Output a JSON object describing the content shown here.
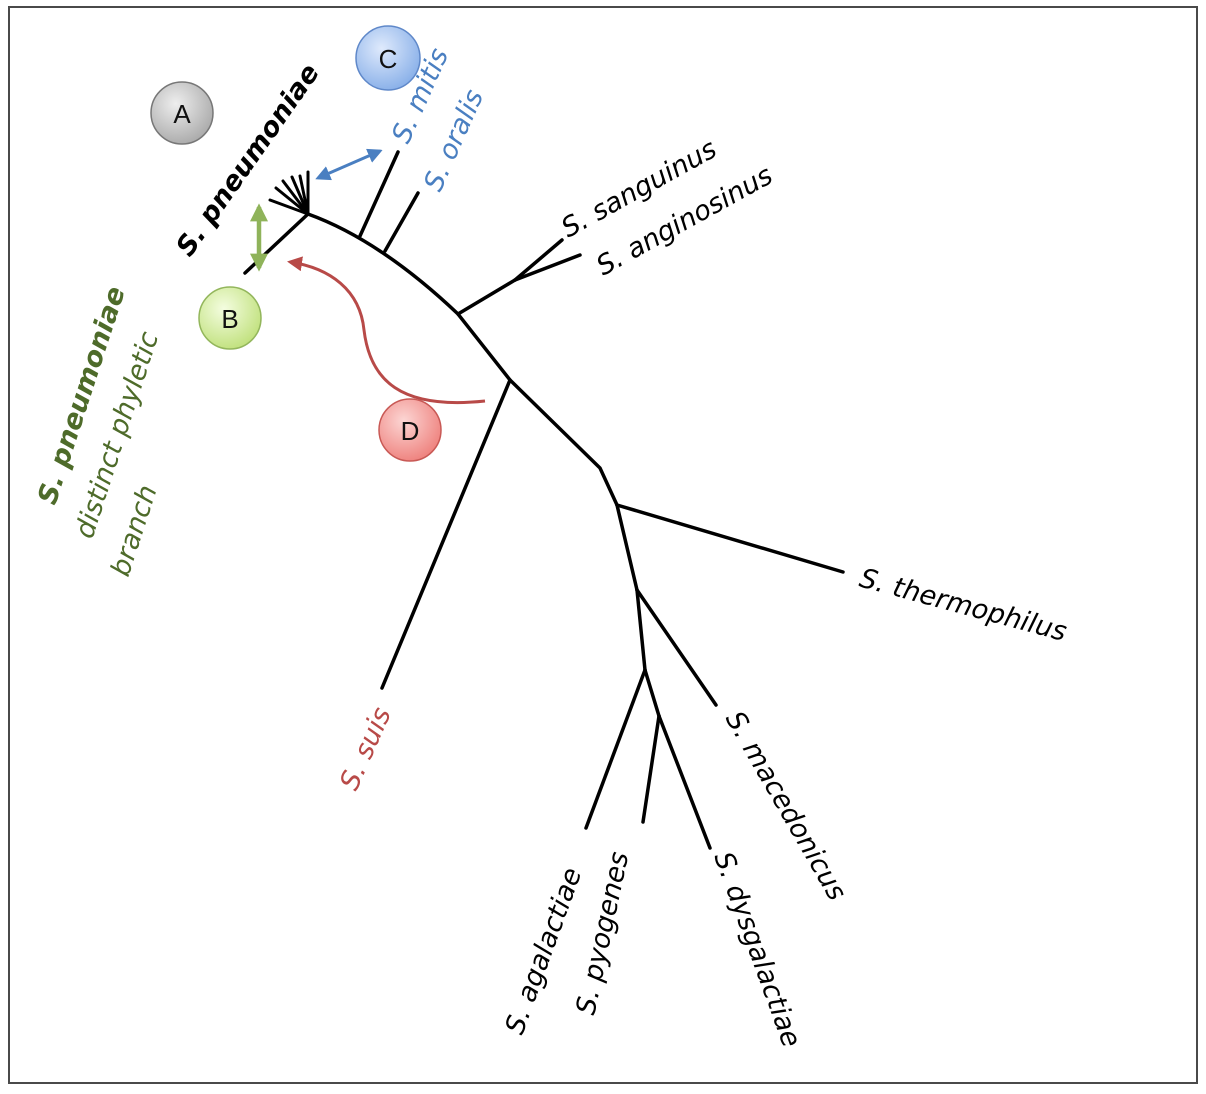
{
  "colors": {
    "tree": "#000000",
    "frame": "#4a4a4a",
    "blue": "#4a7fc1",
    "green_text": "#4e6b2a",
    "green_arrow": "#8fb35a",
    "red": "#b84a48",
    "circle_a": "#c8c8c8",
    "circle_b": "#d9f2a6",
    "circle_c": "#a9c8f2",
    "circle_d": "#f4a3a0"
  },
  "circles": {
    "a": "A",
    "b": "B",
    "c": "C",
    "d": "D"
  },
  "labels": {
    "s_pneumoniae": "S. pneumoniae",
    "s_mitis": "S. mitis",
    "s_oralis": "S. oralis",
    "s_sanguinus": "S. sanguinus",
    "s_anginosinus": "S. anginosinus",
    "s_thermophilus": "S. thermophilus",
    "s_suis": "S. suis",
    "s_macedonicus": "S. macedonicus",
    "s_agalactiae": "S. agalactiae",
    "s_pyogenes": "S. pyogenes",
    "s_dysgalactiae": "S. dysgalactiae",
    "branch_b_line1": "S. pneumoniae",
    "branch_b_line2": "distinct phyletic",
    "branch_b_line3": "branch"
  }
}
